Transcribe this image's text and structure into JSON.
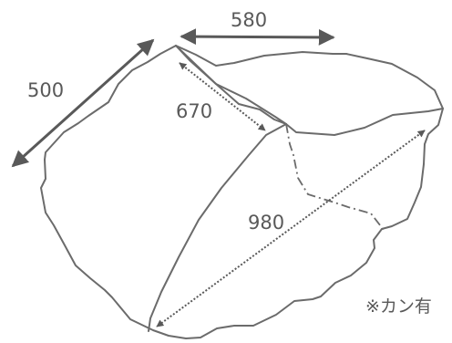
{
  "dimensions": {
    "width_label": "580",
    "depth_label": "500",
    "diagonal_label": "670",
    "long_diagonal_label": "980"
  },
  "note": "※カン有",
  "colors": {
    "outline": "#6b6b6b",
    "arrow": "#595959",
    "text": "#595959",
    "background": "#ffffff"
  }
}
